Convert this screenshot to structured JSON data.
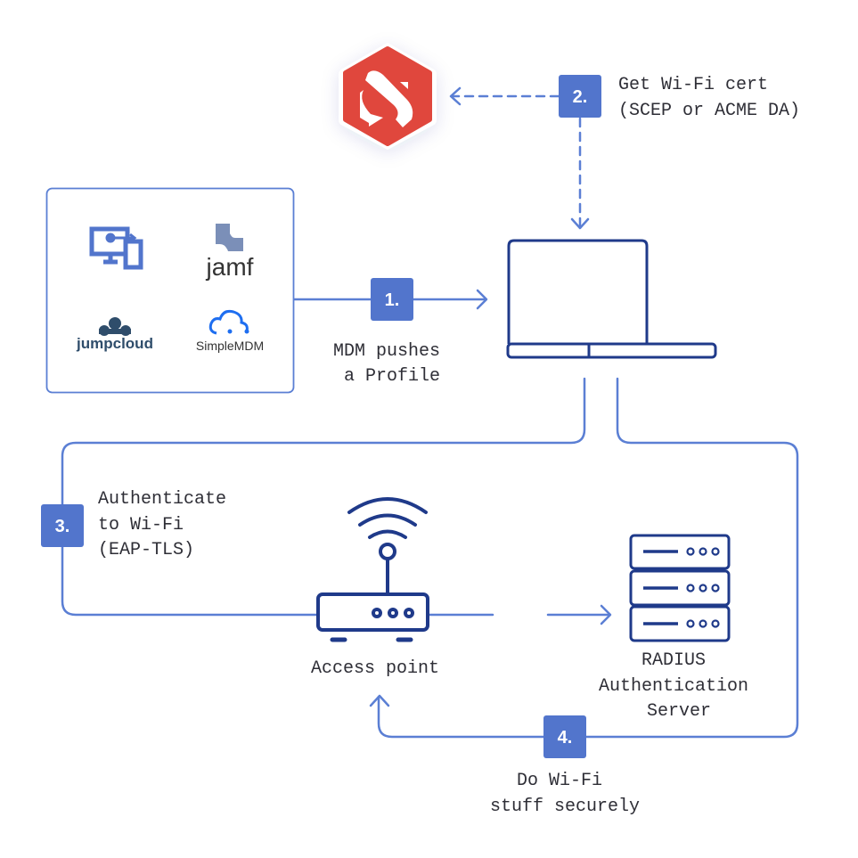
{
  "colors": {
    "line": "#5b7fd4",
    "badge": "#5275cc",
    "icon": "#1f3a8a",
    "brand_red": "#e0473d"
  },
  "steps": [
    {
      "number": "1.",
      "lines": [
        "MDM pushes",
        "a Profile"
      ]
    },
    {
      "number": "2.",
      "lines": [
        "Get Wi-Fi cert",
        "(SCEP or ACME DA)"
      ]
    },
    {
      "number": "3.",
      "lines": [
        "Authenticate",
        "to Wi-Fi",
        "(EAP-TLS)"
      ]
    },
    {
      "number": "4.",
      "lines": [
        "Do Wi-Fi",
        "stuff securely"
      ]
    }
  ],
  "mdm_vendors": [
    "jamf",
    "jumpcloud",
    "SimpleMDM"
  ],
  "access_point_label": "Access point",
  "radius_label": [
    "RADIUS",
    "Authentication",
    "Server"
  ],
  "icons": [
    "smallstep-logo-icon",
    "device-management-icon",
    "laptop-icon",
    "wifi-router-icon",
    "server-stack-icon"
  ]
}
